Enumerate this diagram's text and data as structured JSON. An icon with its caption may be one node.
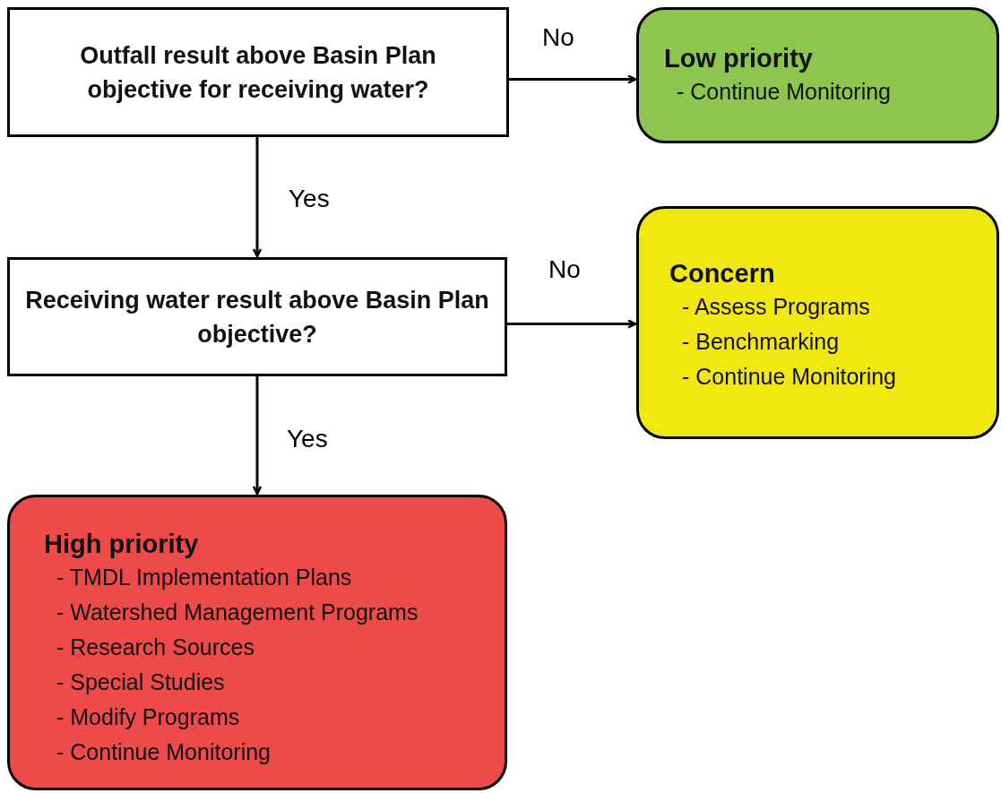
{
  "diagram": {
    "nodes": [
      {
        "text": [
          "Outfall result above Basin Plan objective for receiving water?"
        ]
      },
      {
        "text": [
          "Low priority",
          "- Continue Monitoring"
        ]
      },
      {
        "text": [
          "Receiving water result above Basin Plan objective?"
        ]
      },
      {
        "text": [
          "Concern",
          "- Assess Programs",
          "- Benchmarking",
          "- Continue Monitoring"
        ]
      },
      {
        "text": [
          "High priority",
          "- TMDL Implementation Plans",
          "- Watershed Management Programs",
          "- Research Sources",
          "- Special Studies",
          "- Modify Programs",
          "- Continue Monitoring"
        ]
      }
    ],
    "edges": [
      {
        "from": 0,
        "to": 1,
        "arrow": "to",
        "label": "No"
      },
      {
        "from": 0,
        "to": 2,
        "arrow": "to",
        "label": "Yes"
      },
      {
        "from": 2,
        "to": 3,
        "arrow": "to",
        "label": "No"
      },
      {
        "from": 2,
        "to": 4,
        "arrow": "to",
        "label": "Yes"
      }
    ]
  }
}
